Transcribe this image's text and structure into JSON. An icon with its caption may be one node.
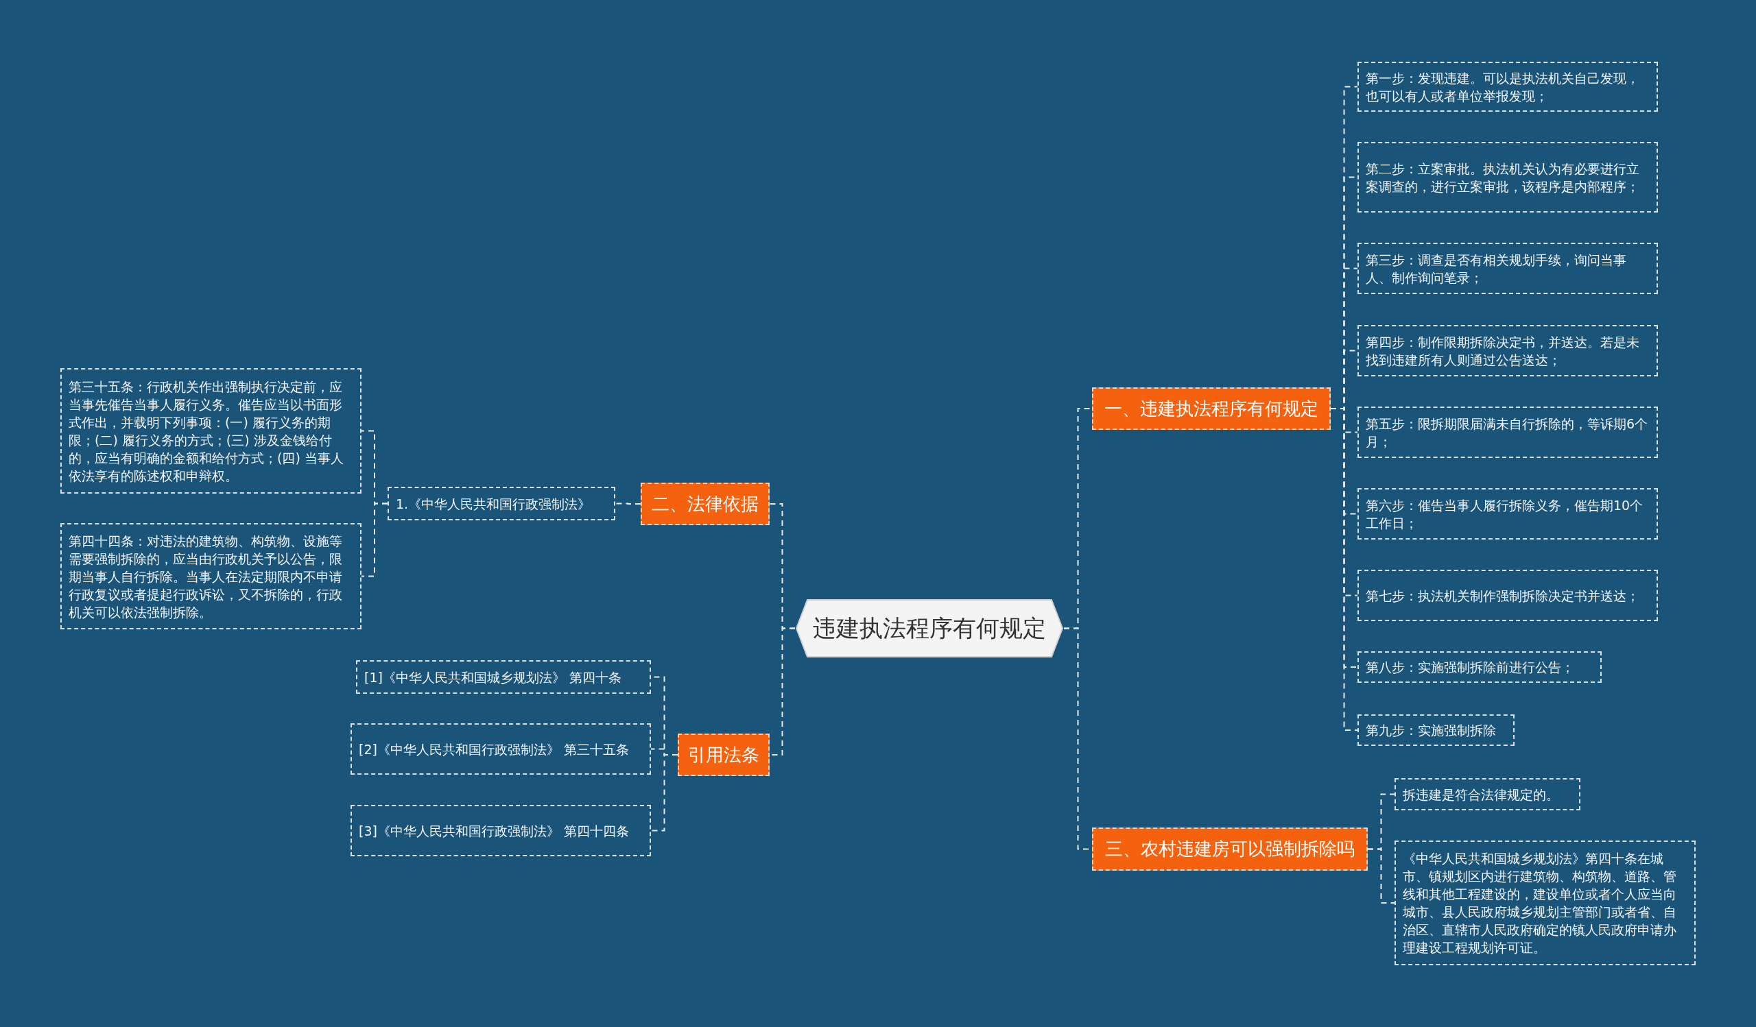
{
  "diagram": {
    "nodes": [
      {
        "text": [
          "违建执法程序有何规定"
        ]
      },
      {
        "text": [
          "一、违建执法程序有何规定"
        ]
      },
      {
        "text": [
          "第一步：发现违建。可以是执法机关自己发现，也可以有人或者单位举报发现；"
        ]
      },
      {
        "text": [
          "第二步：立案审批。执法机关认为有必要进行立案调查的，进行立案审批，该程序是内部程序；"
        ]
      },
      {
        "text": [
          "第三步：调查是否有相关规划手续，询问当事人、制作询问笔录；"
        ]
      },
      {
        "text": [
          "第四步：制作限期拆除决定书，并送达。若是未找到违建所有人则通过公告送达；"
        ]
      },
      {
        "text": [
          "第五步：限拆期限届满未自行拆除的，等诉期6个月；"
        ]
      },
      {
        "text": [
          "第六步：催告当事人履行拆除义务，催告期10个工作日；"
        ]
      },
      {
        "text": [
          "第七步：执法机关制作强制拆除决定书并送达；"
        ]
      },
      {
        "text": [
          "第八步：实施强制拆除前进行公告；"
        ]
      },
      {
        "text": [
          "第九步：实施强制拆除"
        ]
      },
      {
        "text": [
          "三、农村违建房可以强制拆除吗"
        ]
      },
      {
        "text": [
          "拆违建是符合法律规定的。"
        ]
      },
      {
        "text": [
          "《中华人民共和国城乡规划法》第四十条在城市、镇规划区内进行建筑物、构筑物、道路、管线和其他工程建设的，建设单位或者个人应当向城市、县人民政府城乡规划主管部门或者省、自治区、直辖市人民政府确定的镇人民政府申请办理建设工程规划许可证。"
        ]
      },
      {
        "text": [
          "二、法律依据"
        ]
      },
      {
        "text": [
          "1.《中华人民共和国行政强制法》"
        ]
      },
      {
        "text": [
          "第三十五条：行政机关作出强制执行决定前，应当事先催告当事人履行义务。催告应当以书面形式作出，并载明下列事项：(一) 履行义务的期限；(二) 履行义务的方式；(三) 涉及金钱给付的，应当有明确的金额和给付方式；(四) 当事人依法享有的陈述权和申辩权。"
        ]
      },
      {
        "text": [
          "第四十四条：对违法的建筑物、构筑物、设施等需要强制拆除的，应当由行政机关予以公告，限期当事人自行拆除。当事人在法定期限内不申请行政复议或者提起行政诉讼，又不拆除的，行政机关可以依法强制拆除。"
        ]
      },
      {
        "text": [
          "引用法条"
        ]
      },
      {
        "text": [
          "[1]《中华人民共和国城乡规划法》 第四十条"
        ]
      },
      {
        "text": [
          "[2]《中华人民共和国行政强制法》 第三十五条"
        ]
      },
      {
        "text": [
          "[3]《中华人民共和国行政强制法》 第四十四条"
        ]
      }
    ],
    "edges": [
      {
        "from": 0,
        "to": 1,
        "arrow": "none"
      },
      {
        "from": 1,
        "to": 2,
        "arrow": "none"
      },
      {
        "from": 1,
        "to": 3,
        "arrow": "none"
      },
      {
        "from": 1,
        "to": 4,
        "arrow": "none"
      },
      {
        "from": 1,
        "to": 5,
        "arrow": "none"
      },
      {
        "from": 1,
        "to": 6,
        "arrow": "none"
      },
      {
        "from": 1,
        "to": 7,
        "arrow": "none"
      },
      {
        "from": 1,
        "to": 8,
        "arrow": "none"
      },
      {
        "from": 1,
        "to": 9,
        "arrow": "none"
      },
      {
        "from": 1,
        "to": 10,
        "arrow": "none"
      },
      {
        "from": 0,
        "to": 11,
        "arrow": "none"
      },
      {
        "from": 11,
        "to": 12,
        "arrow": "none"
      },
      {
        "from": 11,
        "to": 13,
        "arrow": "none"
      },
      {
        "from": 0,
        "to": 14,
        "arrow": "none"
      },
      {
        "from": 14,
        "to": 15,
        "arrow": "none"
      },
      {
        "from": 15,
        "to": 16,
        "arrow": "none"
      },
      {
        "from": 15,
        "to": 17,
        "arrow": "none"
      },
      {
        "from": 0,
        "to": 18,
        "arrow": "none"
      },
      {
        "from": 18,
        "to": 19,
        "arrow": "none"
      },
      {
        "from": 18,
        "to": 20,
        "arrow": "none"
      },
      {
        "from": 18,
        "to": 21,
        "arrow": "none"
      }
    ]
  }
}
